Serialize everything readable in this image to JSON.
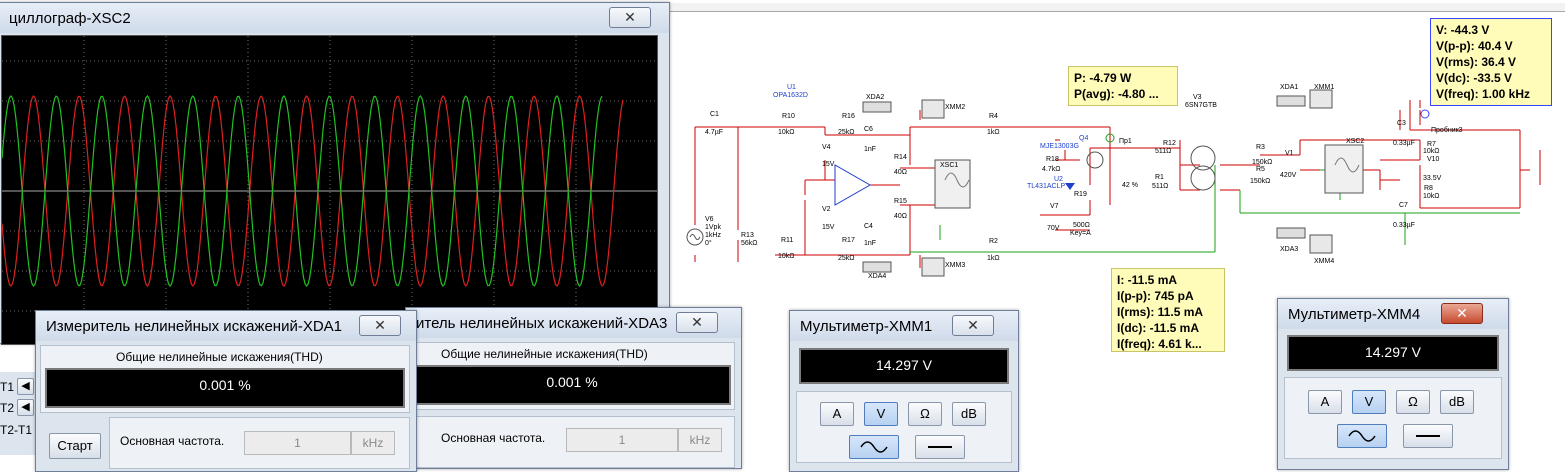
{
  "oscilloscope": {
    "title": "циллограф-XSC2",
    "close": "✕",
    "side_labels": [
      "T1",
      "T2",
      "T2-T1"
    ]
  },
  "schematic": {
    "labels": {
      "u1": "U1",
      "u1_model": "OPA1632D",
      "c1": "C1",
      "c1_val": "4.7µF",
      "r10": "R10",
      "r10_val": "10kΩ",
      "r16": "R16",
      "r16_val": "25kΩ",
      "c6": "C6",
      "c6_val": "1nF",
      "xda2": "XDA2",
      "xmm2": "XMM2",
      "r4": "R4",
      "r4_val": "1kΩ",
      "v4": "V4",
      "v4_val": "15V",
      "r14": "R14",
      "r14_val": "40Ω",
      "xsc1": "XSC1",
      "v2": "V2",
      "v2_val": "15V",
      "r15": "R15",
      "r15_val": "40Ω",
      "v6": "V6",
      "v6_val1": "1Vpk",
      "v6_val2": "1kHz",
      "v6_val3": "0°",
      "r13": "R13",
      "r13_val": "56kΩ",
      "r11": "R11",
      "r11_val": "10kΩ",
      "r17": "R17",
      "r17_val": "25kΩ",
      "c4": "C4",
      "c4_val": "1nF",
      "xda4": "XDA4",
      "xmm3": "XMM3",
      "r2": "R2",
      "r2_val": "1kΩ",
      "q4": "Q4",
      "q4_model": "MJE13003G",
      "r18": "R18",
      "r18_val": "4.7kΩ",
      "u2": "U2",
      "u2_model": "TL431ACLP",
      "r19": "R19",
      "r19_pct": "42 %",
      "r19_val": "500Ω",
      "r19_key": "Key=A",
      "v7": "V7",
      "v7_val": "70V",
      "pr1": "Пр1",
      "v3": "V3",
      "v3_model": "6SN7GTB",
      "r12": "R12",
      "r12_val": "511Ω",
      "r1": "R1",
      "r1_val": "511Ω",
      "r3": "R3",
      "r3_val": "150kΩ",
      "r5": "R5",
      "r5_val": "150kΩ",
      "v1": "V1",
      "v1_val": "420V",
      "xda1": "XDA1",
      "xmm1": "XMM1",
      "xsc2": "XSC2",
      "xda3": "XDA3",
      "xmm4": "XMM4",
      "c3": "C3",
      "c3_val": "0.33µF",
      "probe3": "Пробник3",
      "r7": "R7",
      "r7_val": "10kΩ",
      "v10": "V10",
      "v10_val": "33.5V",
      "r8": "R8",
      "r8_val": "10kΩ",
      "c7": "C7",
      "c7_val": "0.33µF"
    },
    "probe_power": {
      "p": "P: -4.79 W",
      "pavg": "P(avg): -4.80 ..."
    },
    "probe_current": {
      "i": "I: -11.5 mA",
      "ipp": "I(p-p): 745 pA",
      "irms": "I(rms): 11.5 mA",
      "idc": "I(dc): -11.5 mA",
      "ifreq": "I(freq): 4.61 k..."
    },
    "probe_voltage": {
      "v": "V: -44.3 V",
      "vpp": "V(p-p): 40.4 V",
      "vrms": "V(rms): 36.4 V",
      "vdc": "V(dc): -33.5 V",
      "vfreq": "V(freq): 1.00 kHz"
    }
  },
  "xda1": {
    "title": "Измеритель нелинейных искажений-XDA1",
    "close": "✕",
    "thd_label": "Общие нелинейные искажения(THD)",
    "thd_value": "0.001 %",
    "start_label": "Старт",
    "freq_label": "Основная частота.",
    "freq_value": "1",
    "freq_unit": "kHz"
  },
  "xda3": {
    "title": "итель нелинейных искажений-XDA3",
    "close": "✕",
    "thd_label": "Общие нелинейные искажения(THD)",
    "thd_value": "0.001 %",
    "freq_label": "Основная частота.",
    "freq_value": "1",
    "freq_unit": "kHz"
  },
  "xmm1": {
    "title": "Мультиметр-XMM1",
    "close": "✕",
    "reading": "14.297 V",
    "buttons": [
      "A",
      "V",
      "Ω",
      "dB"
    ],
    "active": "V"
  },
  "xmm4": {
    "title": "Мультиметр-XMM4",
    "close": "✕",
    "reading": "14.297 V",
    "buttons": [
      "A",
      "V",
      "Ω",
      "dB"
    ],
    "active": "V"
  },
  "colors": {
    "wire_red": "#cc0000",
    "wire_green": "#1aa01a",
    "scope_bg": "#000000",
    "trace_red": "#dd2020",
    "trace_green": "#22c022"
  }
}
